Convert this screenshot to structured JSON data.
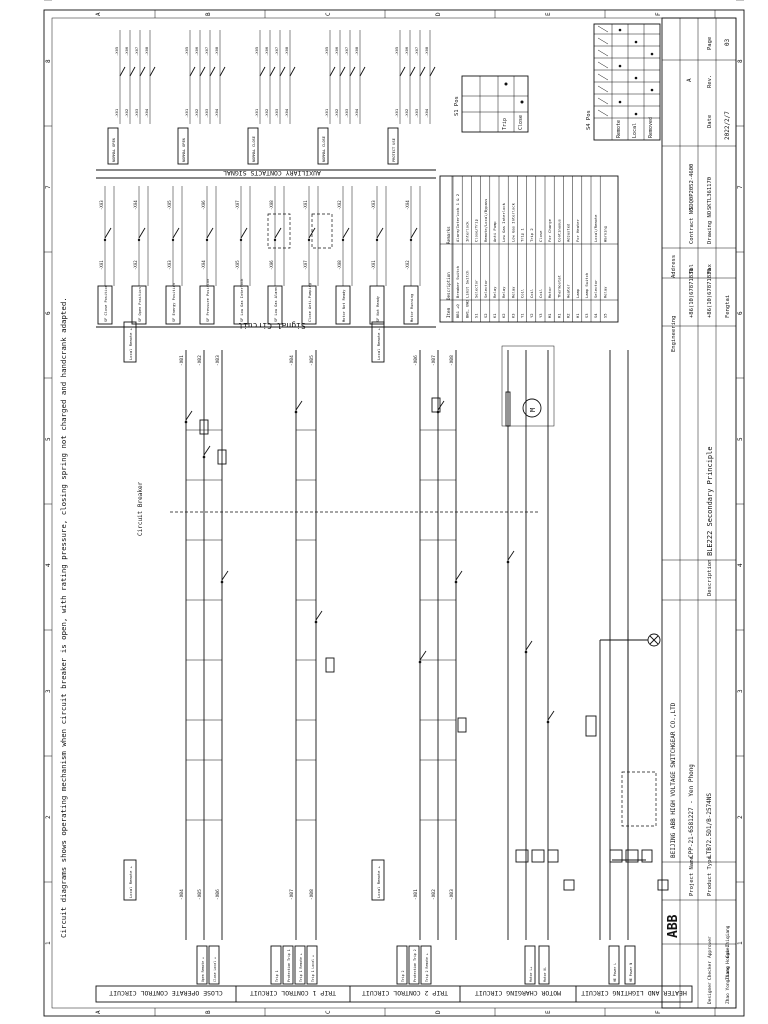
{
  "note": "Circuit diagrams shows operating mechanism when circuit breaker is open, with rating pressure, closing spring not charged and handcrank adapted.",
  "frame": {
    "row_letters": [
      "A",
      "B",
      "C",
      "D",
      "E",
      "F"
    ],
    "col_numbers": [
      "1",
      "2",
      "3",
      "4",
      "5",
      "6",
      "7",
      "8"
    ]
  },
  "sections": {
    "signal_circuit": "Signal Circuit",
    "auxiliary_contacts": "AUXILIARY CONTACTS SIGNAL",
    "bottom": [
      "CLOSE OPERATE CONTROL CIRCUIT",
      "TRIP 1 CONTROL CIRCUIT",
      "TRIP 2 CONTROL CIRCUIT",
      "MOTOR CHARGING CIRCUIT",
      "HEATER AND LIGHTING CIRCUIT"
    ]
  },
  "circuit": {
    "breaker_label": "Circuit Breaker",
    "wire_labels": [
      "-X01",
      "-X02",
      "-X03",
      "-X04",
      "-X05",
      "-X06",
      "-X07",
      "-X08"
    ],
    "remote_labels": [
      "Local Remote +",
      "Local Remote +",
      "Local Remote +"
    ],
    "signal_boxes": [
      "SF Close Position",
      "SF Open Position",
      "SF Energy Position",
      "SF Pressure Position",
      "SF Low Gas Interlock",
      "SF Low Gas Alarm",
      "Close Anti-Pumping",
      "Motor Not Ready",
      "SF Not Ready",
      "Motor Running"
    ],
    "aux_groups": [
      "NORMAL OPEN",
      "NORMAL OPEN",
      "NORMAL CLOSE",
      "NORMAL CLOSE",
      "PROTECT USE"
    ],
    "bottom_boxes": [
      "Open Remote +",
      "Close Local +",
      "Trip 1",
      "Protection Trip 1",
      "Trip 1 Remote +",
      "Trip 1 Local +",
      "Trip 2",
      "Protection Trip 2",
      "Trip 2 Remote +",
      "Motor L+",
      "Motor N-",
      "HE Power L",
      "HE Power N"
    ]
  },
  "legend_table": {
    "headers": [
      "Item",
      "Description",
      "Remarks"
    ],
    "rows": [
      [
        "BB1 +Q",
        "Breaker Switch",
        "Alarm/Interlock 1 & 2"
      ],
      [
        "BW1, BW2",
        "Limit Switch",
        "Interlock"
      ],
      [
        "S1",
        "Selector",
        "Close/Trip"
      ],
      [
        "S2",
        "Selector",
        "Remote/Local/Bypass"
      ],
      [
        "K1",
        "Relay",
        "Anti Pump"
      ],
      [
        "K2",
        "Relay",
        "Low Gas Interlock"
      ],
      [
        "K3",
        "Relay",
        "Low Gas Interlock"
      ],
      [
        "Y1",
        "Coil",
        "Trip 1"
      ],
      [
        "Y2",
        "Coil",
        "Trip 2"
      ],
      [
        "Y3",
        "Coil",
        "Close"
      ],
      [
        "M1",
        "Motor",
        "For Charge"
      ],
      [
        "R1",
        "Thermostat",
        "Continuous"
      ],
      [
        "R2",
        "Heater",
        "Adjusted"
      ],
      [
        "H1",
        "Lamp",
        "For Heater"
      ],
      [
        "S3",
        "Lamp Switch",
        ""
      ],
      [
        "S4",
        "Selector",
        "Local/Remote"
      ],
      [
        "S5",
        "Relay",
        "Warning"
      ],
      [
        "X1",
        "Terminal Blocks",
        ""
      ],
      [
        "X2",
        "Terminal Blocks",
        ""
      ]
    ]
  },
  "title_block": {
    "company": "BEIJING ABB HIGH VOLTAGE SWITCHGEAR CO.,LTD",
    "project_name_label": "Project Name",
    "project_name": "CPP-21-6581227 - Yen Phong",
    "product_type_label": "Product Type",
    "product_type": "LTB72.5D1/B-2574NS",
    "description_label": "Description",
    "description": "BLE222 Secondary Principle",
    "contract_no_label": "Contract NO",
    "contract_no": "SDQ0P2052-4600",
    "drawing_no_label": "Drawing NO",
    "drawing_no": "SKTL361170",
    "tel_label": "Tel",
    "tel": "+86(10)67871838",
    "fax_label": "Fax",
    "fax": "+86(10)67871836",
    "address_label": "Address",
    "address": "Fengtai",
    "engineering_label": "Engineering",
    "date_label": "Date",
    "date": "2022/2/7",
    "rev_label": "Rev.",
    "rev": "A",
    "page_label": "Page",
    "page": "03",
    "people": [
      {
        "role": "Designer",
        "name": "Zhao Yongliang"
      },
      {
        "role": "Checker",
        "name": "Zhang Hongmei"
      },
      {
        "role": "Approver",
        "name": "Cui Zhiqiang"
      }
    ]
  },
  "small_tables": {
    "s1": {
      "title": "S1 Pos",
      "rows": [
        "Trip",
        "Close"
      ]
    },
    "s4": {
      "title": "S4 Pos",
      "rows": [
        "Remote",
        "Local",
        "Removed"
      ]
    }
  }
}
